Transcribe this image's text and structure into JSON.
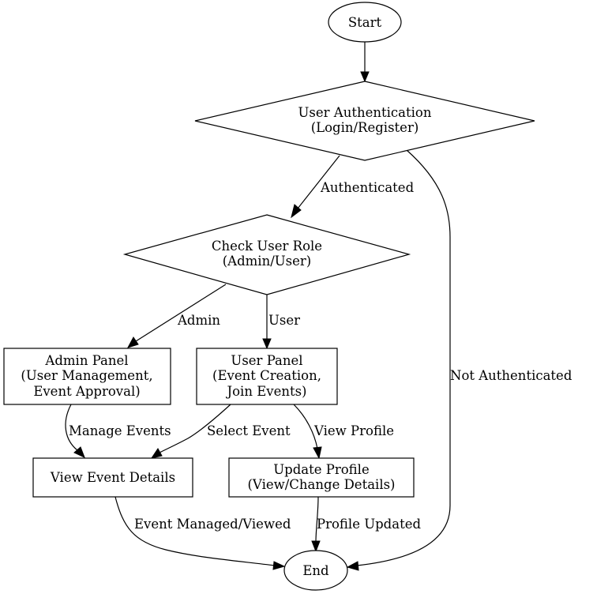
{
  "diagram": {
    "nodes": {
      "start": {
        "lines": [
          "Start"
        ]
      },
      "auth": {
        "lines": [
          "User Authentication",
          "(Login/Register)"
        ]
      },
      "role": {
        "lines": [
          "Check User Role",
          "(Admin/User)"
        ]
      },
      "admin_panel": {
        "lines": [
          "Admin Panel",
          "(User Management,",
          "Event Approval)"
        ]
      },
      "user_panel": {
        "lines": [
          "User Panel",
          "(Event Creation,",
          "Join Events)"
        ]
      },
      "event_details": {
        "lines": [
          "View Event Details"
        ]
      },
      "update_profile": {
        "lines": [
          "Update Profile",
          "(View/Change Details)"
        ]
      },
      "end": {
        "lines": [
          "End"
        ]
      }
    },
    "edge_labels": {
      "authenticated": "Authenticated",
      "not_authenticated": "Not Authenticated",
      "admin": "Admin",
      "user": "User",
      "manage_events": "Manage Events",
      "select_event": "Select Event",
      "view_profile": "View Profile",
      "event_managed": "Event Managed/Viewed",
      "profile_updated": "Profile Updated"
    }
  }
}
